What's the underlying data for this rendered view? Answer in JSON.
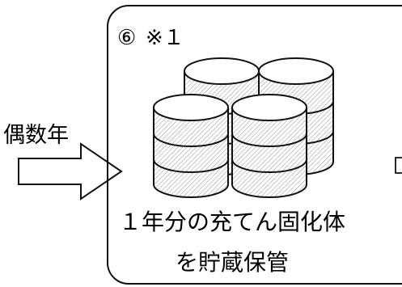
{
  "left_label": "偶数年",
  "box": {
    "marker": "⑥",
    "note": "※１",
    "caption_line1": "１年分の充てん固化体",
    "caption_line2": "を貯蔵保管"
  },
  "drums": {
    "count": 4,
    "icon": "stacked-drums-icon"
  },
  "arrow_icon": "right-arrow-icon",
  "colors": {
    "line": "#111111",
    "fill": "#ffffff",
    "hatch": "#777777"
  }
}
